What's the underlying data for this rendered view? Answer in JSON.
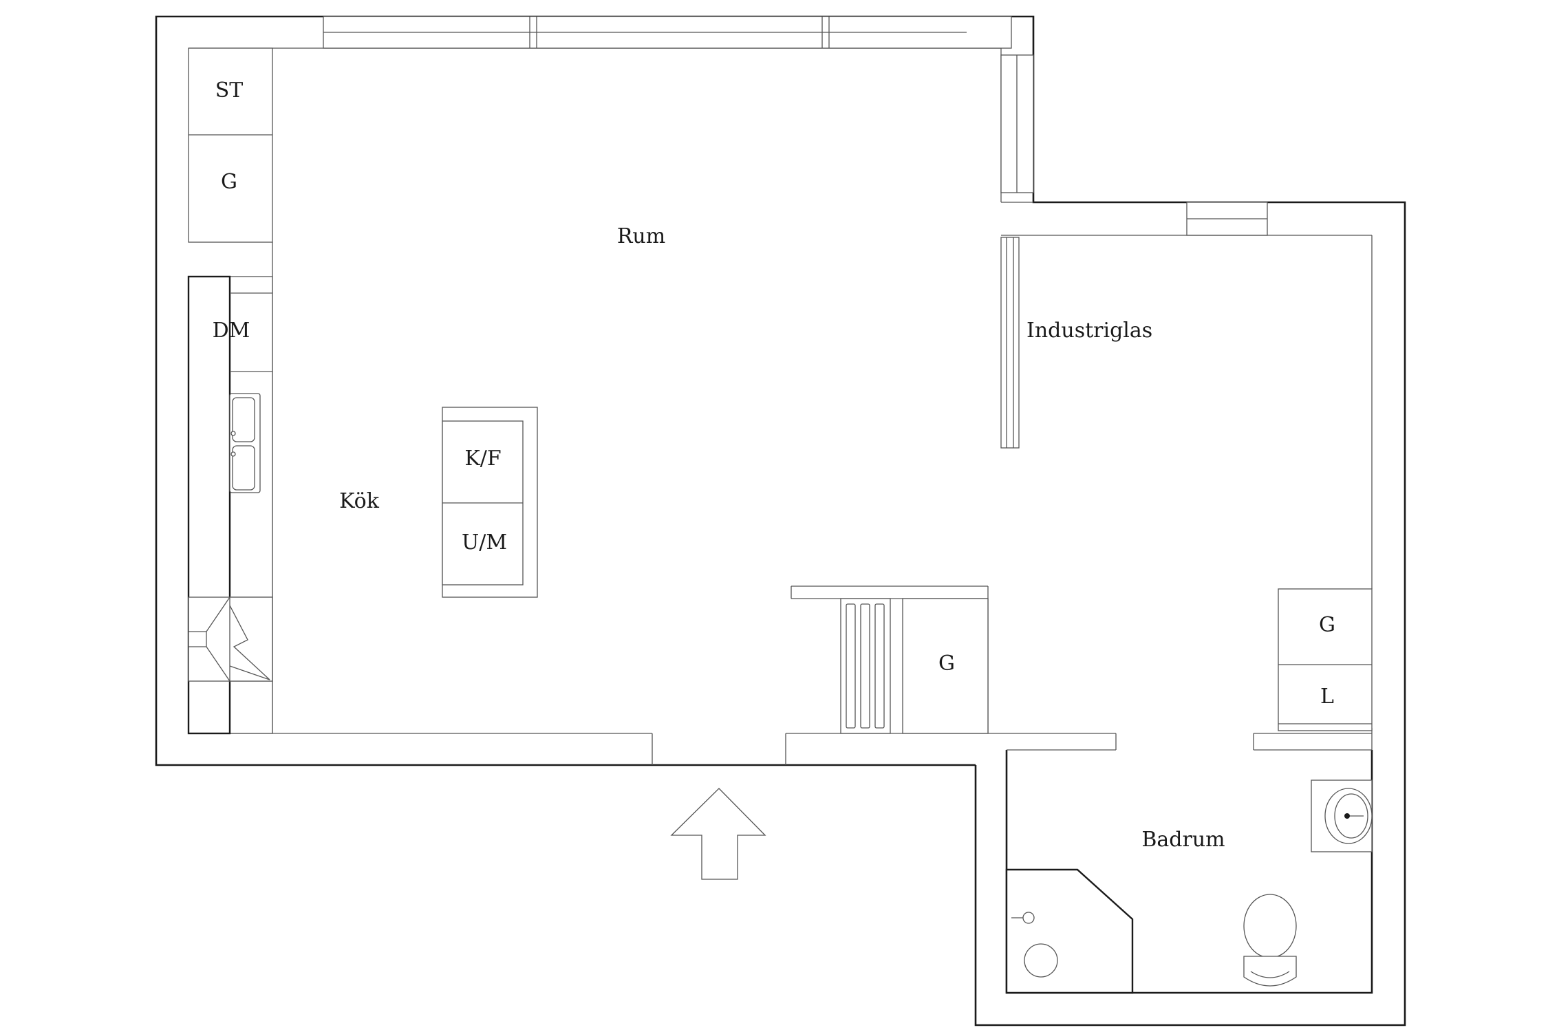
{
  "rooms": {
    "rum": "Rum",
    "kok": "Kök",
    "badrum": "Badrum"
  },
  "partitions": {
    "industriglas": "Industriglas"
  },
  "fixtures": {
    "storage_st": "ST",
    "wardrobe_top_left": "G",
    "dishwasher": "DM",
    "fridge_freezer": "K/F",
    "oven_microwave": "U/M",
    "wardrobe_hall": "G",
    "wardrobe_right": "G",
    "linen_closet": "L"
  },
  "icons": [
    "entrance-arrow-icon",
    "sink-icon",
    "stove-icon",
    "radiator-icon",
    "washbasin-icon",
    "toilet-icon",
    "shower-icon"
  ],
  "colors": {
    "wall": "#1a1a1a",
    "fixture": "#555555",
    "background": "#ffffff"
  }
}
